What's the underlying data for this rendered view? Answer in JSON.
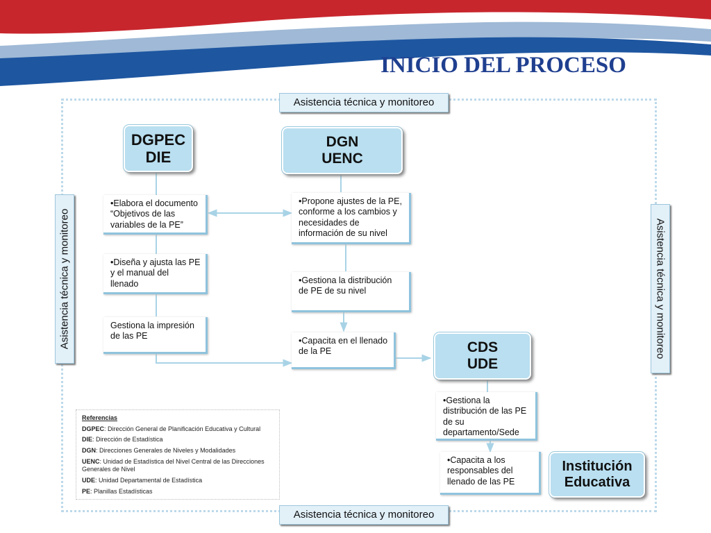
{
  "title": "INICIO DEL PROCESO",
  "colors": {
    "title": "#1f3f8f",
    "banner_red": "#c8262d",
    "banner_blue": "#1e56a0",
    "box_fill": "#b9dff0",
    "connector": "#a8d3e6"
  },
  "assist_label": "Asistencia técnica y monitoreo",
  "orgs": {
    "dgpec": [
      "DGPEC",
      "DIE"
    ],
    "dgn": [
      "DGN",
      "UENC"
    ],
    "cds": [
      "CDS",
      "UDE"
    ],
    "institucion": [
      "Institución",
      "Educativa"
    ]
  },
  "steps": {
    "elabora": "•Elabora el documento\n   “Objetivos de las\n   variables de la PE”",
    "propone": "•Propone ajustes de la PE,\n  conforme a los cambios y\n  necesidades de\n  información  de su nivel",
    "disena": "•Diseña y ajusta las PE\n  y el manual del\n  llenado",
    "gestiona_dist_dgn": "•Gestiona la distribución\n  de PE de su nivel",
    "gestiona_impresion": "Gestiona la impresión\n  de las PE",
    "capacita_dgn": "•Capacita en el llenado\n  de la PE",
    "gestiona_dist_cds": "•Gestiona la\n  distribución de las PE\n  de su\n  departamento/Sede",
    "capacita_cds": "•Capacita a los\n  responsables del\n  llenado de las PE"
  },
  "references": {
    "title": "Referencias",
    "items": [
      {
        "abbr": "DGPEC",
        "text": ": Dirección General de Planificación Educativa y Cultural"
      },
      {
        "abbr": "DIE",
        "text": ": Dirección de Estadística"
      },
      {
        "abbr": "DGN",
        "text": ": Direcciones Generales de Niveles y Modalidades"
      },
      {
        "abbr": "UENC",
        "text": ": Unidad de Estadística del Nivel Central de las Direcciones Generales de Nivel"
      },
      {
        "abbr": "UDE",
        "text": ": Unidad  Departamental de Estadística"
      },
      {
        "abbr": "PE",
        "text": ": Planillas Estadísticas"
      }
    ]
  }
}
